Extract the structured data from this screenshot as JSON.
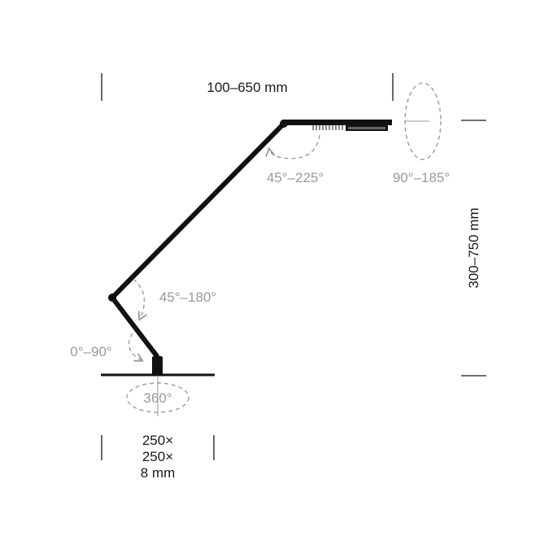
{
  "dimensions": {
    "reach": "100–650 mm",
    "height": "300–750 mm",
    "base_line1": "250×",
    "base_line2": "250×",
    "base_line3": "8 mm"
  },
  "angles": {
    "head_tilt": "45°–225°",
    "head_rotate": "90°–185°",
    "elbow": "45°–180°",
    "lower_arm": "0°–90°",
    "base_rotate": "360°"
  },
  "colors": {
    "line": "#1a1a1a",
    "annotation": "#9a9a9a"
  }
}
